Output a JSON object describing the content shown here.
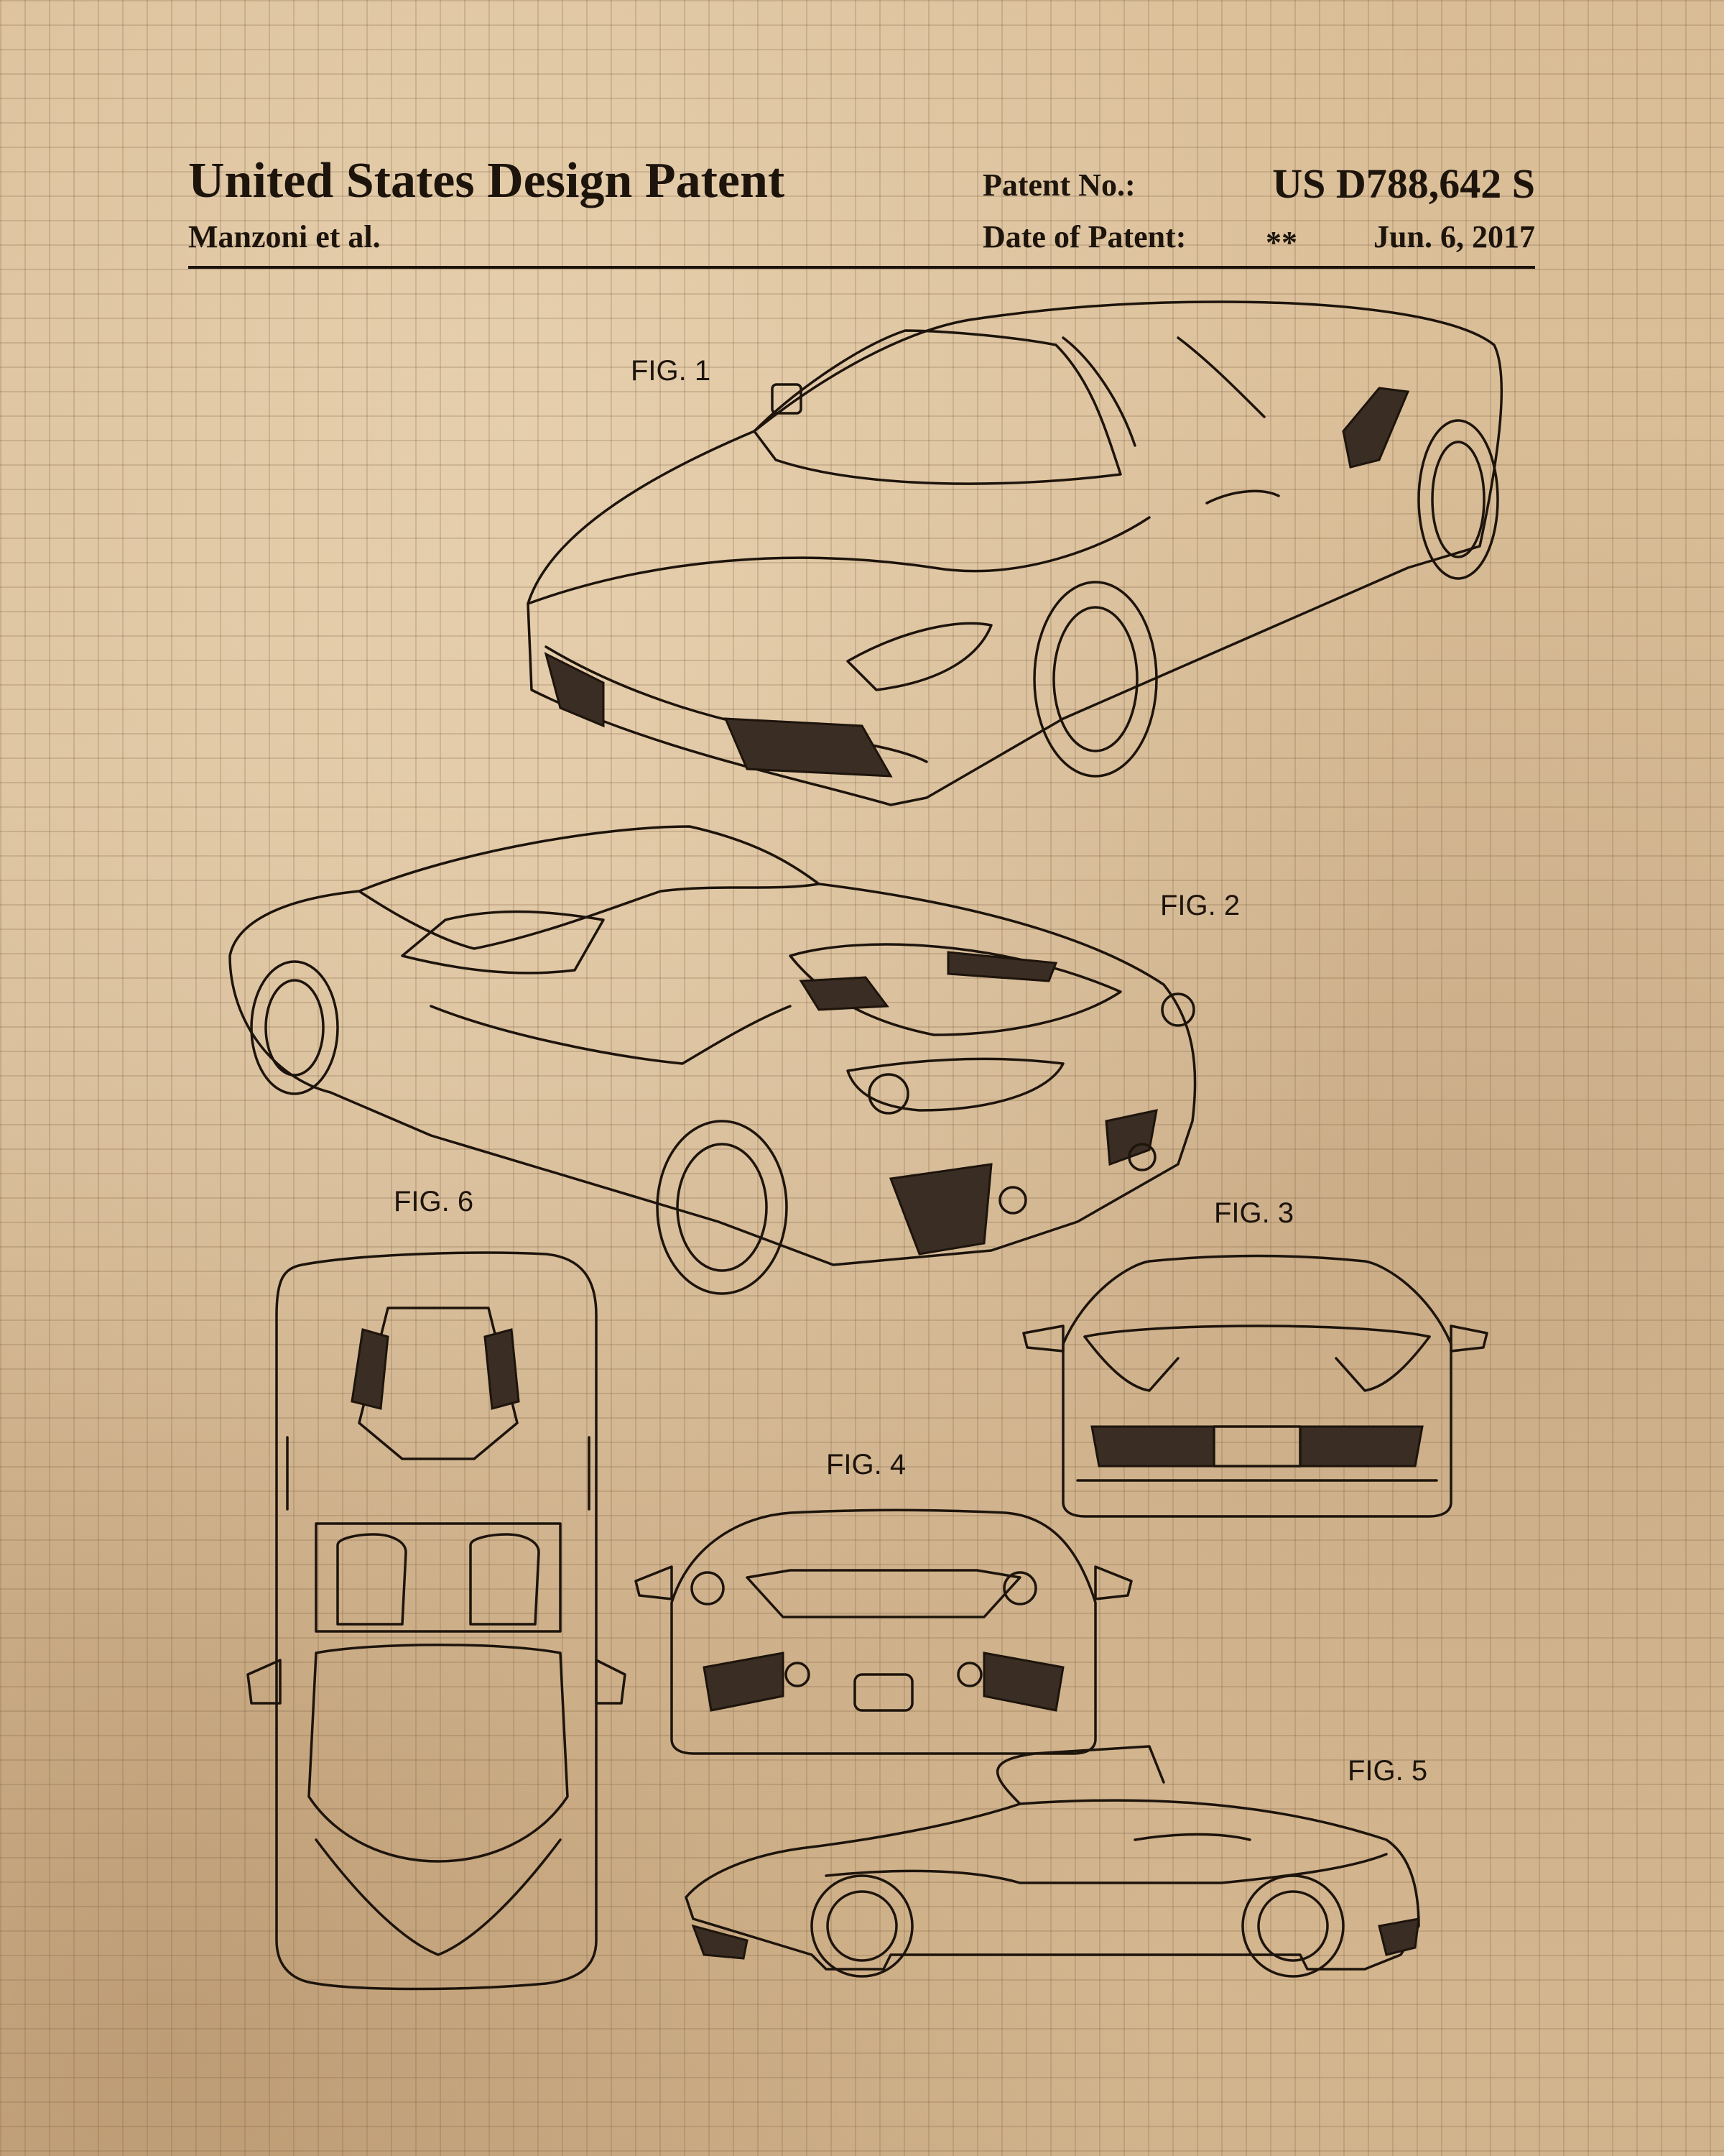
{
  "header": {
    "title": "United States Design Patent",
    "inventor": "Manzoni et al.",
    "patent_no_label": "Patent No.:",
    "patent_no": "US D788,642 S",
    "date_label": "Date of Patent:",
    "stars": "**",
    "date": "Jun. 6, 2017"
  },
  "figures": {
    "fig1": "FIG. 1",
    "fig2": "FIG. 2",
    "fig3": "FIG. 3",
    "fig4": "FIG. 4",
    "fig5": "FIG. 5",
    "fig6": "FIG. 6"
  }
}
